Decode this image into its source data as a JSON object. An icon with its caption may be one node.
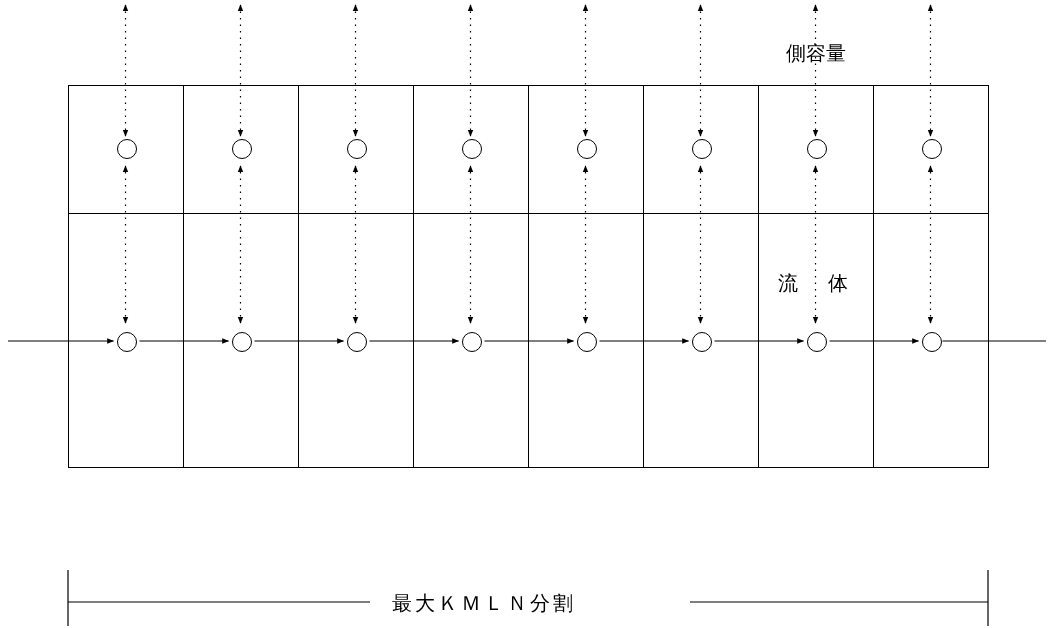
{
  "diagram": {
    "nodes": [
      {
        "text": [],
        "shape": "box"
      },
      {
        "text": [],
        "shape": "circle",
        "in": 0
      },
      {
        "text": [],
        "shape": "box"
      },
      {
        "text": [],
        "shape": "circle",
        "in": 2
      },
      {
        "text": [],
        "shape": "box"
      },
      {
        "text": [],
        "shape": "circle",
        "in": 4
      },
      {
        "text": [],
        "shape": "box"
      },
      {
        "text": [],
        "shape": "circle",
        "in": 6
      },
      {
        "text": [],
        "shape": "box"
      },
      {
        "text": [],
        "shape": "circle",
        "in": 8
      },
      {
        "text": [],
        "shape": "box"
      },
      {
        "text": [],
        "shape": "circle",
        "in": 10
      },
      {
        "text": [],
        "shape": "box"
      },
      {
        "text": [],
        "shape": "circle",
        "in": 12
      },
      {
        "text": [],
        "shape": "box"
      },
      {
        "text": [],
        "shape": "circle",
        "in": 14
      },
      {
        "text": [],
        "shape": "box"
      },
      {
        "text": [],
        "shape": "circle",
        "in": 16
      },
      {
        "text": [],
        "shape": "box"
      },
      {
        "text": [],
        "shape": "circle",
        "in": 18
      },
      {
        "text": [],
        "shape": "box"
      },
      {
        "text": [],
        "shape": "circle",
        "in": 20
      },
      {
        "text": [],
        "shape": "box"
      },
      {
        "text": [],
        "shape": "circle",
        "in": 22
      },
      {
        "text": [],
        "shape": "box"
      },
      {
        "text": [],
        "shape": "circle",
        "in": 24
      },
      {
        "text": [],
        "shape": "box"
      },
      {
        "text": [],
        "shape": "circle",
        "in": 26
      },
      {
        "text": [],
        "shape": "box"
      },
      {
        "text": [],
        "shape": "circle",
        "in": 28
      },
      {
        "text": [],
        "shape": "box"
      },
      {
        "text": [],
        "shape": "circle",
        "in": 30
      }
    ],
    "edges": [
      {
        "from": null,
        "to": 1,
        "arrow": "both",
        "style": "dashed"
      },
      {
        "from": null,
        "to": 3,
        "arrow": "both",
        "style": "dashed"
      },
      {
        "from": null,
        "to": 5,
        "arrow": "both",
        "style": "dashed"
      },
      {
        "from": null,
        "to": 7,
        "arrow": "both",
        "style": "dashed"
      },
      {
        "from": null,
        "to": 9,
        "arrow": "both",
        "style": "dashed"
      },
      {
        "from": null,
        "to": 11,
        "arrow": "both",
        "style": "dashed"
      },
      {
        "from": null,
        "to": 13,
        "arrow": "both",
        "style": "dashed"
      },
      {
        "from": null,
        "to": 15,
        "arrow": "both",
        "style": "dashed"
      },
      {
        "from": 17,
        "to": 1,
        "arrow": "both",
        "style": "dashed"
      },
      {
        "from": 19,
        "to": 3,
        "arrow": "both",
        "style": "dashed"
      },
      {
        "from": 21,
        "to": 5,
        "arrow": "both",
        "style": "dashed"
      },
      {
        "from": 23,
        "to": 7,
        "arrow": "both",
        "style": "dashed"
      },
      {
        "from": 25,
        "to": 9,
        "arrow": "both",
        "style": "dashed"
      },
      {
        "from": 27,
        "to": 11,
        "arrow": "both",
        "style": "dashed"
      },
      {
        "from": 29,
        "to": 13,
        "arrow": "both",
        "style": "dashed"
      },
      {
        "from": 31,
        "to": 15,
        "arrow": "both",
        "style": "dashed"
      },
      {
        "from": null,
        "to": 17,
        "arrow": "to"
      },
      {
        "from": 17,
        "to": 19,
        "arrow": "to"
      },
      {
        "from": 19,
        "to": 21,
        "arrow": "to"
      },
      {
        "from": 21,
        "to": 23,
        "arrow": "to"
      },
      {
        "from": 23,
        "to": 25,
        "arrow": "to"
      },
      {
        "from": 25,
        "to": 27,
        "arrow": "to"
      },
      {
        "from": 27,
        "to": 29,
        "arrow": "to"
      },
      {
        "from": 29,
        "to": 31,
        "arrow": "to"
      },
      {
        "from": 31,
        "to": null,
        "arrow": "none"
      }
    ],
    "labels": [
      "側容量",
      "流 体",
      "最大ＫＭＬＮ分割"
    ]
  }
}
